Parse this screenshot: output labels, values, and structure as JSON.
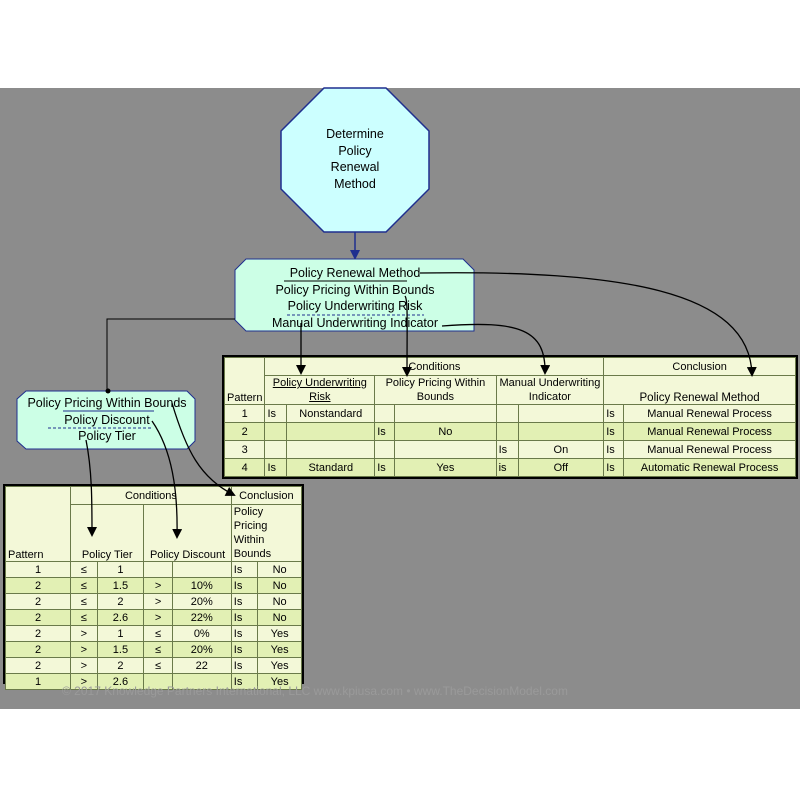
{
  "root": {
    "lines": [
      "Determine",
      "Policy",
      "Renewal",
      "Method"
    ]
  },
  "main_node": {
    "conclusion": "Policy Renewal Method",
    "conditions": [
      "Policy Pricing Within Bounds",
      "Policy Underwriting Risk",
      "Manual Underwriting Indicator"
    ]
  },
  "sub_node": {
    "conclusion": "Policy Pricing Within Bounds",
    "conditions": [
      "Policy Discount",
      "Policy Tier"
    ]
  },
  "table_main": {
    "conditions_header": "Conditions",
    "conclusion_header": "Conclusion",
    "pattern_header": "Pattern",
    "col_underwriting_risk": "Policy Underwriting Risk",
    "col_pricing": "Policy  Pricing Within Bounds",
    "col_manual": "Manual Underwriting Indicator",
    "col_renewal": "Policy Renewal Method",
    "rows": [
      {
        "pattern": "1",
        "op1": "Is",
        "v1": "Nonstandard",
        "op2": "",
        "v2": "",
        "op3": "",
        "v3": "",
        "op4": "Is",
        "v4": "Manual Renewal Process"
      },
      {
        "pattern": "2",
        "op1": "",
        "v1": "",
        "op2": "Is",
        "v2": "No",
        "op3": "",
        "v3": "",
        "op4": "Is",
        "v4": "Manual Renewal Process"
      },
      {
        "pattern": "3",
        "op1": "",
        "v1": "",
        "op2": "",
        "v2": "",
        "op3": "Is",
        "v3": "On",
        "op4": "Is",
        "v4": "Manual Renewal Process"
      },
      {
        "pattern": "4",
        "op1": "Is",
        "v1": "Standard",
        "op2": "Is",
        "v2": "Yes",
        "op3": "is",
        "v3": "Off",
        "op4": "Is",
        "v4": "Automatic Renewal Process"
      }
    ]
  },
  "table_sub": {
    "conditions_header": "Conditions",
    "conclusion_header": "Conclusion",
    "pattern_header": "Pattern",
    "col_tier": "Policy Tier",
    "col_discount": "Policy Discount",
    "col_conclusion_lines": [
      "Policy Pricing",
      "Within",
      "Bounds"
    ],
    "rows": [
      {
        "pattern": "1",
        "op1": "≤",
        "v1": "1",
        "op2": "",
        "v2": "",
        "op3": "Is",
        "v3": "No"
      },
      {
        "pattern": "2",
        "op1": "≤",
        "v1": "1.5",
        "op2": ">",
        "v2": "10%",
        "op3": "Is",
        "v3": "No"
      },
      {
        "pattern": "2",
        "op1": "≤",
        "v1": "2",
        "op2": ">",
        "v2": "20%",
        "op3": "Is",
        "v3": "No"
      },
      {
        "pattern": "2",
        "op1": "≤",
        "v1": "2.6",
        "op2": ">",
        "v2": "22%",
        "op3": "Is",
        "v3": "No"
      },
      {
        "pattern": "2",
        "op1": ">",
        "v1": "1",
        "op2": "≤",
        "v2": "0%",
        "op3": "Is",
        "v3": "Yes"
      },
      {
        "pattern": "2",
        "op1": ">",
        "v1": "1.5",
        "op2": "≤",
        "v2": "20%",
        "op3": "Is",
        "v3": "Yes"
      },
      {
        "pattern": "2",
        "op1": ">",
        "v1": "2",
        "op2": "≤",
        "v2": "22",
        "op3": "Is",
        "v3": "Yes"
      },
      {
        "pattern": "1",
        "op1": ">",
        "v1": "2.6",
        "op2": "",
        "v2": "",
        "op3": "Is",
        "v3": "Yes"
      }
    ]
  },
  "watermark": "© 2017 Knowledge Partners International, LLC  www.kpiusa.com  •  www.TheDecisionModel.com",
  "colors": {
    "background": "#8c8c8c",
    "node_fill": "#ccffe6",
    "root_fill": "#ccffff",
    "table_row_light": "#f3f8d8",
    "table_row_dark": "#e2f0b4",
    "root_arrow": "#1f2f8f"
  }
}
